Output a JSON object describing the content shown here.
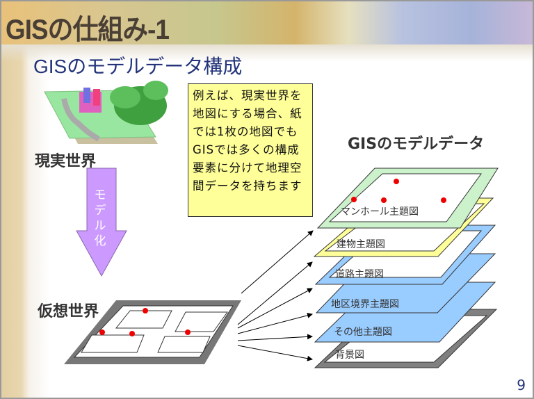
{
  "slide": {
    "title": "GISの仕組み-1",
    "subtitle": "GISのモデルデータ構成",
    "real_world_label": "現実世界",
    "virtual_world_label": "仮想世界",
    "modeling_arrow_label": "モデル化",
    "callout_text": "例えば、現実世界を地図にする場合、紙では1枚の地図でもGISでは多くの構成要素に分けて地理空間データを持ちます",
    "model_data_title": "GISのモデルデータ",
    "layers": [
      "マンホール主題図",
      "建物主題図",
      "道路主題図",
      "地区境界主題図",
      "その他主題図",
      "背景図"
    ],
    "page_number": "9"
  }
}
